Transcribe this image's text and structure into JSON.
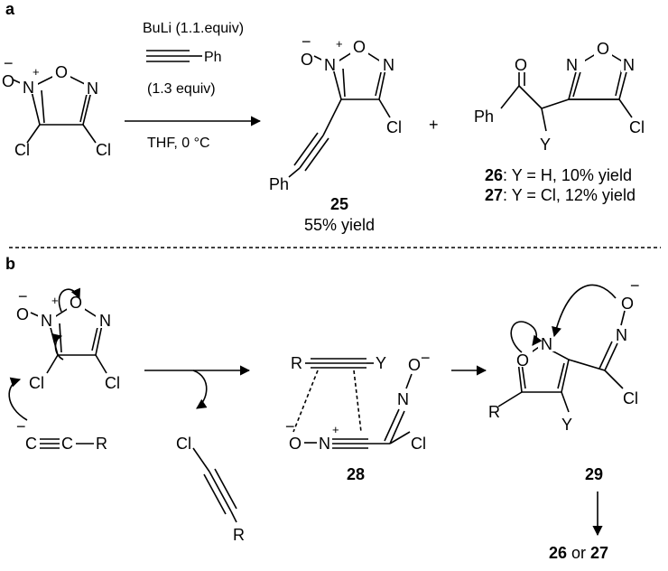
{
  "panel_a": {
    "label": "a",
    "reagent_top": "BuLi (1.1.equiv)",
    "reagent_ph": "Ph",
    "reagent_equiv": "(1.3 equiv)",
    "conditions": "THF, 0 °C",
    "plus": "+",
    "product_25": {
      "number": "25",
      "yield": "55% yield"
    },
    "product_26": {
      "number": "26",
      "desc": ": Y = H, 10% yield"
    },
    "product_27": {
      "number": "27",
      "desc": ": Y = Cl, 12% yield"
    }
  },
  "panel_b": {
    "label": "b",
    "compound_28": "28",
    "compound_29": "29",
    "final_number_a": "26",
    "final_or": " or ",
    "final_number_b": "27"
  },
  "atoms": {
    "O": "O",
    "N": "N",
    "Cl": "Cl",
    "Ph": "Ph",
    "Y": "Y",
    "R": "R",
    "C": "C",
    "minus": "−",
    "plus": "+",
    "O_minus": "O–"
  }
}
